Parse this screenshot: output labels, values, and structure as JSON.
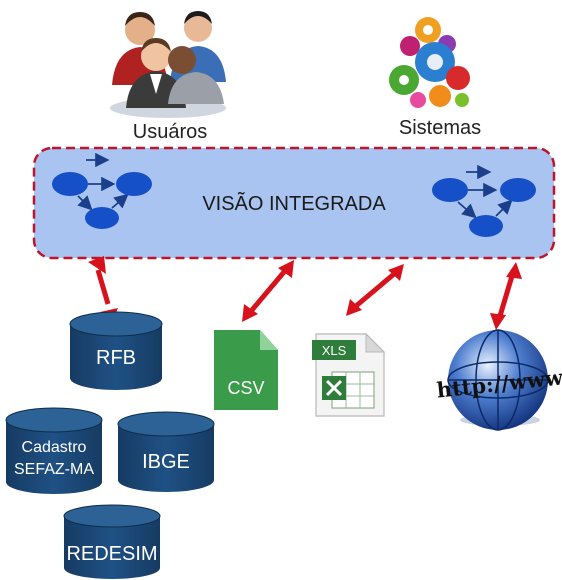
{
  "diagram": {
    "actors": {
      "users_label": "Usuáros",
      "systems_label": "Sistemas"
    },
    "integration": {
      "label": "VISÃO INTEGRADA"
    },
    "databases": [
      {
        "label": "RFB"
      },
      {
        "label": "Cadastro\nSEFAZ-MA",
        "line1": "Cadastro",
        "line2": "SEFAZ-MA"
      },
      {
        "label": "IBGE"
      },
      {
        "label": "REDESIM"
      }
    ],
    "files": {
      "csv_label": "CSV",
      "xls_label": "XLS",
      "web_label": "http://www"
    },
    "colors": {
      "panel_fill": "#a9c4f0",
      "panel_border": "#c0142c",
      "db_fill": "#1c4a78",
      "db_top": "#2d6296",
      "node_fill": "#1550c8",
      "arrow": "#d8121c",
      "csv_green": "#3a9c4a",
      "xls_green": "#2e7d3a"
    }
  }
}
